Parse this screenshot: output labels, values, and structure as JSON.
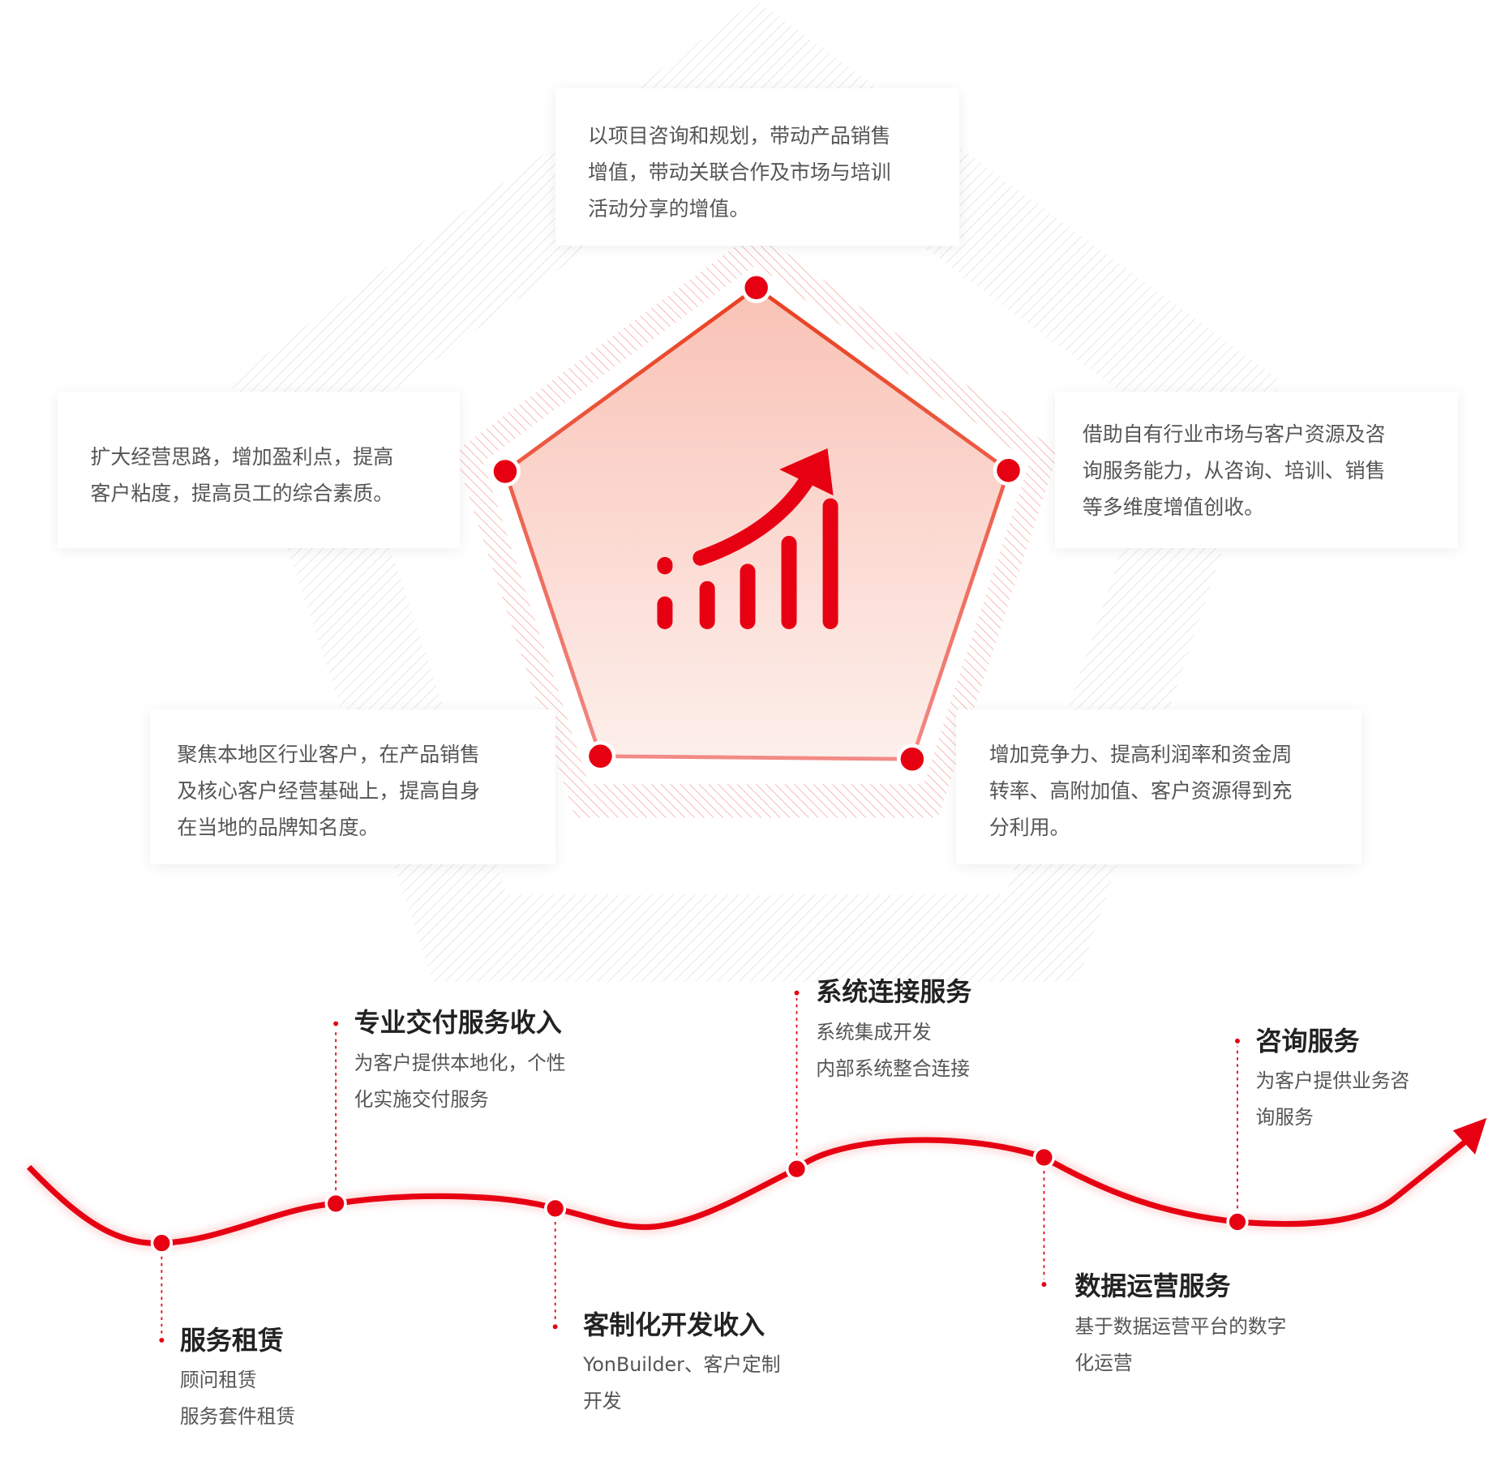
{
  "colors": {
    "accent": "#e60012",
    "pentagon_fill_top": "#f9c6bc",
    "pentagon_fill_bottom": "#fdeeea"
  },
  "pentagon": {
    "center_icon": "growth-chart-icon",
    "boxes": [
      {
        "id": "top",
        "lines": [
          "以项目咨询和规划，带动产品销售",
          "增值，带动关联合作及市场与培训",
          "活动分享的增值。"
        ]
      },
      {
        "id": "left",
        "lines": [
          "扩大经营思路，增加盈利点，提高",
          "客户粘度，提高员工的综合素质。"
        ]
      },
      {
        "id": "right",
        "lines": [
          "借助自有行业市场与客户资源及咨",
          "询服务能力，从咨询、培训、销售",
          "等多维度增值创收。"
        ]
      },
      {
        "id": "bottom_left",
        "lines": [
          "聚焦本地区行业客户，在产品销售",
          "及核心客户经营基础上，提高自身",
          "在当地的品牌知名度。"
        ]
      },
      {
        "id": "bottom_right",
        "lines": [
          "增加竞争力、提高利润率和资金周",
          "转率、高附加值、客户资源得到充",
          "分利用。"
        ]
      }
    ]
  },
  "timeline": [
    {
      "title": "服务租赁",
      "lines": [
        "顾问租赁",
        "服务套件租赁"
      ]
    },
    {
      "title": "专业交付服务收入",
      "lines": [
        "为客户提供本地化，个性",
        "化实施交付服务"
      ]
    },
    {
      "title": "客制化开发收入",
      "lines": [
        "YonBuilder、客户定制",
        "开发"
      ]
    },
    {
      "title": "系统连接服务",
      "lines": [
        "系统集成开发",
        "内部系统整合连接"
      ]
    },
    {
      "title": "数据运营服务",
      "lines": [
        "基于数据运营平台的数字",
        "化运营"
      ]
    },
    {
      "title": "咨询服务",
      "lines": [
        "为客户提供业务咨",
        "询服务"
      ]
    }
  ]
}
